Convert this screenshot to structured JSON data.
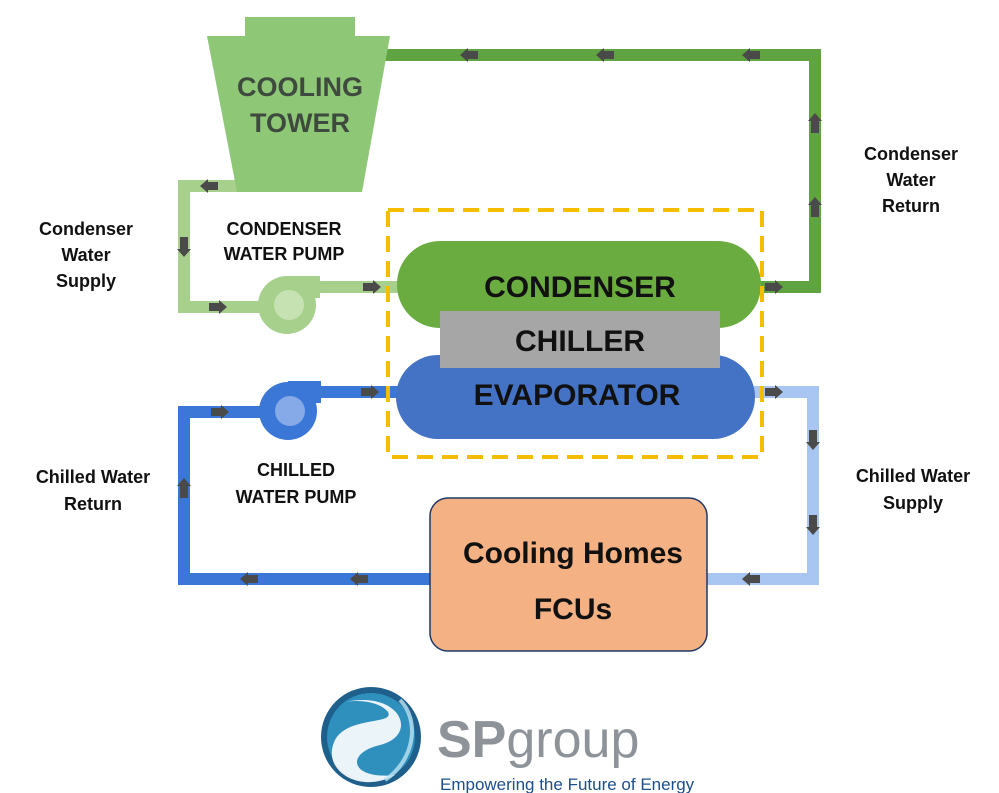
{
  "diagram": {
    "cooling_tower": {
      "line1": "COOLING",
      "line2": "TOWER"
    },
    "condenser_water_pump": {
      "line1": "CONDENSER",
      "line2": "WATER PUMP"
    },
    "chilled_water_pump": {
      "line1": "CHILLED",
      "line2": "WATER PUMP"
    },
    "condenser": "CONDENSER",
    "chiller": "CHILLER",
    "evaporator": "EVAPORATOR",
    "cooling_homes": {
      "line1": "Cooling Homes",
      "line2": "FCUs"
    },
    "condenser_water_supply": {
      "line1": "Condenser",
      "line2": "Water",
      "line3": "Supply"
    },
    "condenser_water_return": {
      "line1": "Condenser",
      "line2": "Water",
      "line3": "Return"
    },
    "chilled_water_return": {
      "line1": "Chilled Water",
      "line2": "Return"
    },
    "chilled_water_supply": {
      "line1": "Chilled Water",
      "line2": "Supply"
    }
  },
  "logo": {
    "brand_sp": "SP",
    "brand_group": "group",
    "tagline": "Empowering the Future of Energy"
  },
  "colors": {
    "condenser_return_pipe": "#5fa441",
    "condenser_supply_pipe": "#a6d08c",
    "chilled_supply_pipe": "#a9c6f2",
    "chilled_return_pipe": "#3a77d6",
    "condenser": "#6aac3f",
    "chiller": "#a6a6a6",
    "evaporator": "#4472c4",
    "cooling_homes": "#f4b183",
    "chiller_boundary": "#f5bd00",
    "cooling_tower": "#8ec776"
  }
}
